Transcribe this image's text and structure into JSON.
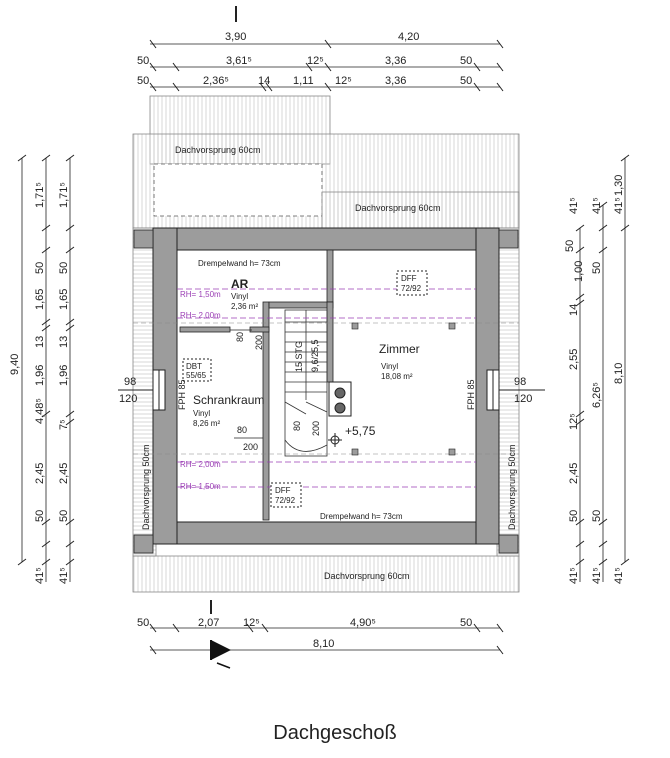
{
  "title": "Dachgeschoß",
  "top_dims": {
    "row1": [
      "3,90",
      "4,20"
    ],
    "row2": [
      "50",
      "3,61⁵",
      "12⁵",
      "3,36",
      "50"
    ],
    "row3": [
      "50",
      "2,36⁵",
      "14",
      "1,11",
      "12⁵",
      "3,36",
      "50"
    ]
  },
  "bottom_dims": {
    "row1": [
      "50",
      "2,07",
      "12⁵",
      "4,90⁵",
      "50"
    ],
    "row2": [
      "8,10"
    ]
  },
  "left_dims": {
    "total": "9,40",
    "outer": [
      "1,71⁵",
      "50",
      "1,65",
      "13",
      "1,96",
      "4,48⁵",
      "2,45",
      "50",
      "41⁵"
    ],
    "inner": [
      "1,71⁵",
      "50",
      "1,65",
      "13",
      "1,96",
      "7⁵",
      "2,45",
      "50",
      "41⁵"
    ]
  },
  "right_dims": {
    "c1": [
      "50",
      "41⁵",
      "14",
      "2,55",
      "12⁵",
      "2,45",
      "50",
      "41⁵"
    ],
    "c2": [
      "41⁵",
      "1,00",
      "6,26⁵",
      "41⁵"
    ],
    "c3": [
      "41⁵",
      "50",
      "50",
      "41⁵"
    ],
    "c4": [
      "1,30",
      "8,10"
    ]
  },
  "labels": {
    "overhang_top_left": "Dachvorsprung 60cm",
    "overhang_top_right": "Dachvorsprung 60cm",
    "overhang_bottom": "Dachvorsprung 60cm",
    "overhang_left": "Dachvorsprung 50cm",
    "overhang_right": "Dachvorsprung 50cm",
    "knee_wall_top": "Drempelwand h= 73cm",
    "knee_wall_bottom": "Drempelwand h= 73cm",
    "rh_150": "RH= 1,50m",
    "rh_200": "RH= 2,00m",
    "rh_200_b": "RH= 2,00m",
    "rh_150_b": "RH= 1,50m",
    "ar_name": "AR",
    "ar_floor": "Vinyl",
    "ar_area": "2,36 m²",
    "zimmer_name": "Zimmer",
    "zimmer_floor": "Vinyl",
    "zimmer_area": "18,08 m²",
    "schrank_name": "Schrankraum",
    "schrank_floor": "Vinyl",
    "schrank_area": "8,26 m²",
    "dff_top_1": "DFF",
    "dff_top_2": "72/92",
    "dff_bot_1": "DFF",
    "dff_bot_2": "72/92",
    "dbt_1": "DBT",
    "dbt_2": "55/65",
    "fph_left": "FPH 85",
    "fph_right": "FPH 85",
    "win_left_top": "98",
    "win_left_bot": "120",
    "win_right_top": "98",
    "win_right_bot": "120",
    "stair": "15 STG",
    "stair_size": "9,6/25,5",
    "level": "+5,75",
    "door_ar_w": "80",
    "door_ar_h": "200",
    "door_sr_w": "80",
    "door_sr_h": "200",
    "door_st_w": "80",
    "door_st_h": "200"
  },
  "colors": {
    "wall": "#9c9c9c",
    "line": "#222222",
    "rh_line": "#9b3fb5",
    "hatch": "#bdbdbd"
  }
}
